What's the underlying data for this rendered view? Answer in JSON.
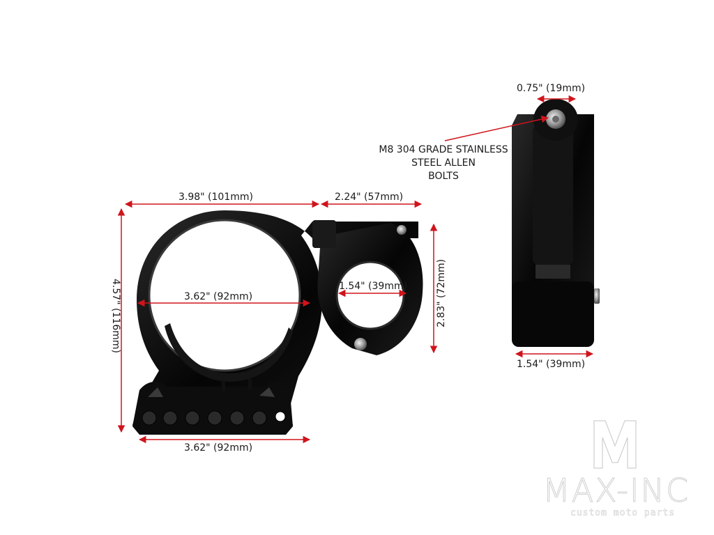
{
  "dimensions": {
    "top_width": "3.98\"  (101mm)",
    "top_clamp_offset": "2.24\"  (57mm)",
    "height": "4.57\"  (116mm)",
    "inner_diameter": "3.62\"  (92mm)",
    "clamp_bore": "1.54\"  (39mm)",
    "clamp_height": "2.83\"  (72mm)",
    "base_width": "3.62\"  (92mm)",
    "side_top_width": "0.75\"  (19mm)",
    "side_bottom_width": "1.54\"  (39mm)"
  },
  "callout": {
    "line1": "M8 304 GRADE STAINLESS",
    "line2": "STEEL ALLEN",
    "line3": "BOLTS"
  },
  "logo": {
    "name": "MAX-INC",
    "tagline": "custom moto parts"
  },
  "colors": {
    "arrow": "#d0141c",
    "metal": "#0b0b0b"
  }
}
